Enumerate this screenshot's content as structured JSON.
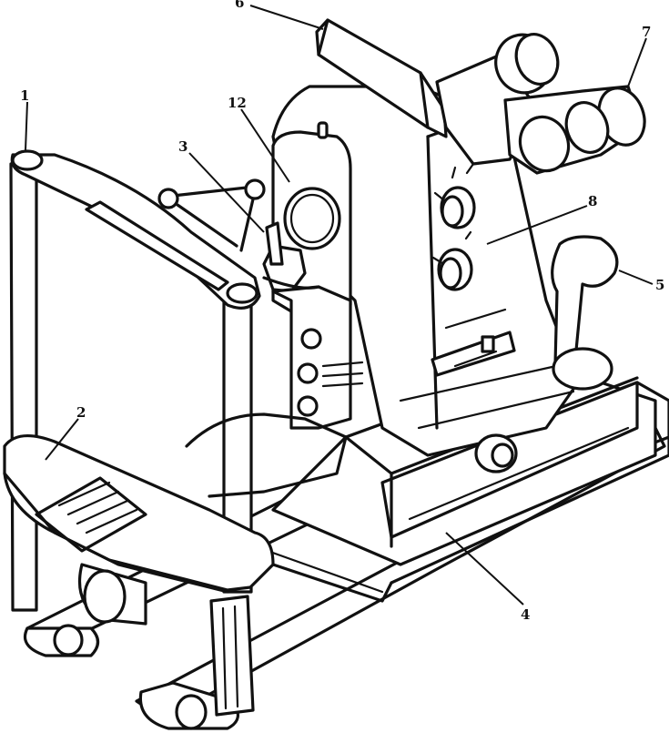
{
  "figure": {
    "callouts": {
      "c1": "1",
      "c2": "2",
      "c3": "3",
      "c4": "4",
      "c5": "5",
      "c6": "6",
      "c7": "7",
      "c8": "8",
      "c12": "12"
    },
    "colors": {
      "ink": "#111111",
      "paper": "#ffffff"
    }
  }
}
